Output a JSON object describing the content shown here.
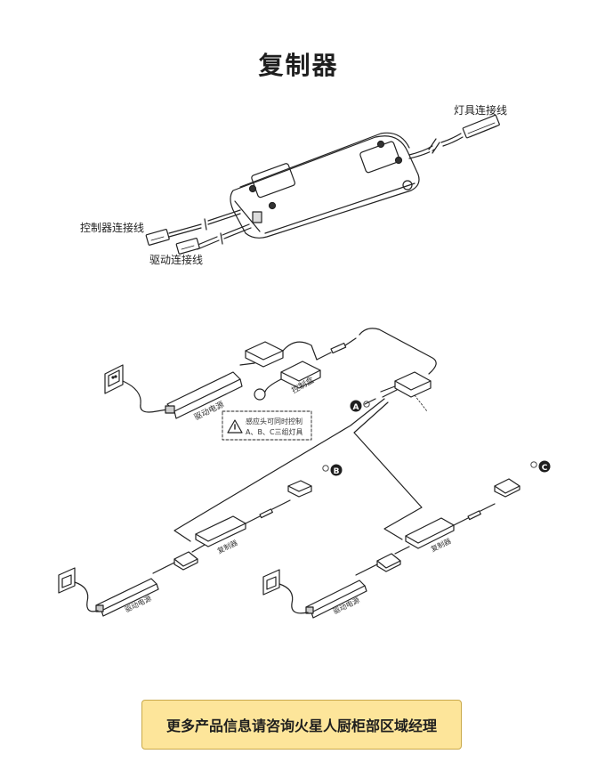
{
  "title": "复制器",
  "product_labels": {
    "lamp_cable": "灯具连接线",
    "controller_cable": "控制器连接线",
    "driver_cable": "驱动连接线"
  },
  "wiring_labels": {
    "driver_power": "驱动电源",
    "control_box": "控制盒",
    "replicator": "复制器",
    "warning_line1": "感应头可同时控制",
    "warning_line2": "A、B、C三组灯具",
    "group_a": "A",
    "group_b": "B",
    "group_c": "C"
  },
  "cta": "更多产品信息请咨询火星人厨柜部区域经理"
}
